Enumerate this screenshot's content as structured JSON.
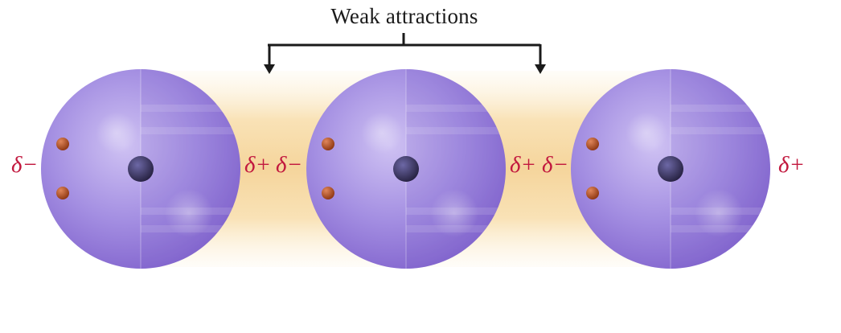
{
  "title": "Weak attractions",
  "colors": {
    "glow": "#f5d9a6",
    "atom_light": "#c8b8f0",
    "atom_dark": "#8466cf",
    "nucleus": "#3b3566",
    "electron": "#b04e1f",
    "charge_text": "#c2183e",
    "bracket": "#1a1a1a"
  },
  "atoms": [
    {
      "name": "atom-1",
      "left_charge": "δ−",
      "right_charge": "δ+"
    },
    {
      "name": "atom-2",
      "left_charge": "δ−",
      "right_charge": "δ+"
    },
    {
      "name": "atom-3",
      "left_charge": "δ−",
      "right_charge": "δ+"
    }
  ]
}
